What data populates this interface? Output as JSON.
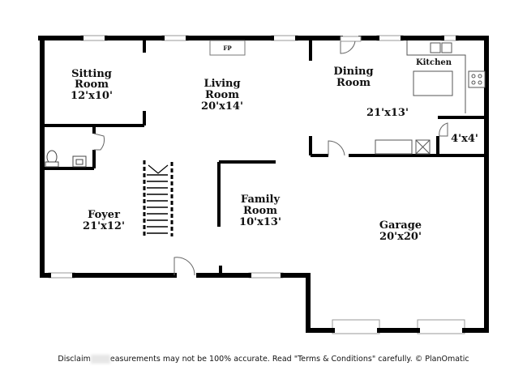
{
  "rooms": {
    "sitting": {
      "line1": "Sitting",
      "line2": "Room",
      "size": "12'x10'"
    },
    "living": {
      "line1": "Living",
      "line2": "Room",
      "size": "20'x14'"
    },
    "dining": {
      "line1": "Dining",
      "line2": "Room",
      "size": "21'x13'"
    },
    "kitchen": {
      "name": "Kitchen"
    },
    "closet": {
      "size": "4'x4'"
    },
    "foyer": {
      "name": "Foyer",
      "size": "21'x12'"
    },
    "family": {
      "line1": "Family",
      "line2": "Room",
      "size": "10'x13'"
    },
    "garage": {
      "name": "Garage",
      "size": "20'x20'"
    }
  },
  "fireplace": {
    "label": "FP"
  },
  "disclaimer": {
    "part1": "Disclaim",
    "part2": "easurements may not be 100% accurate. Read \"Terms & Conditions\" carefully. © PlanOmatic"
  }
}
